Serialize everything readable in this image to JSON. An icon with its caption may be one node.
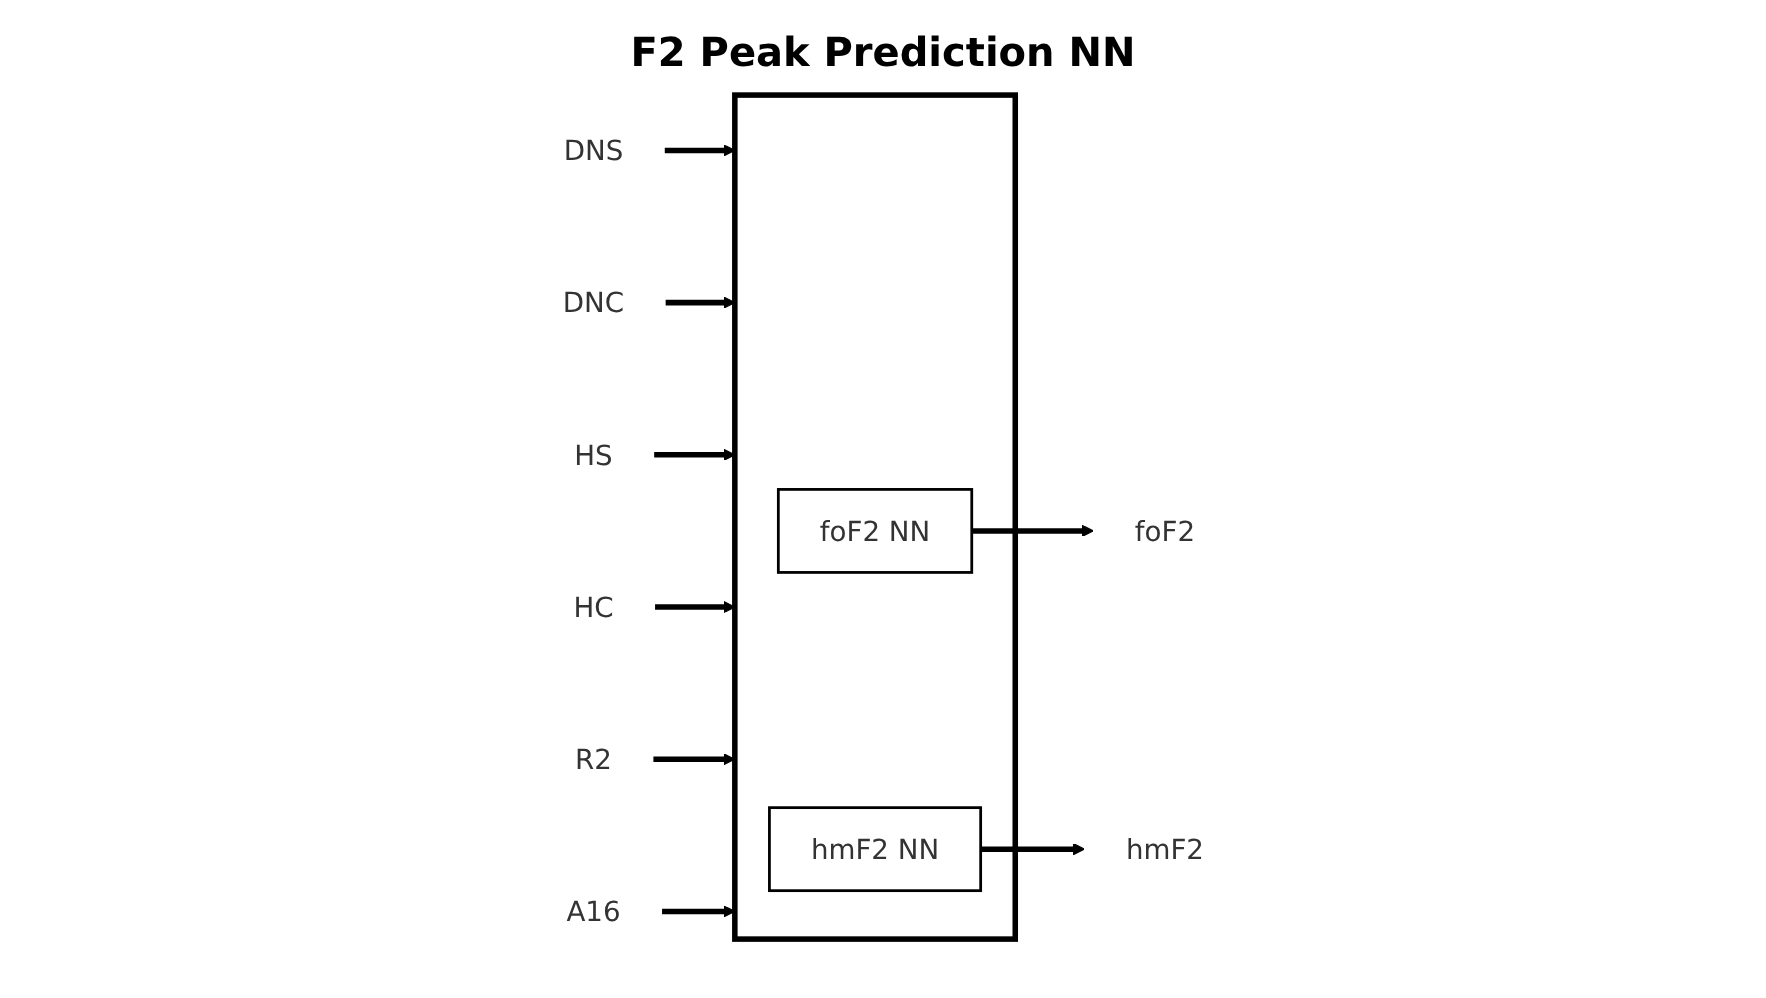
{
  "diagram": {
    "title": "F2 Peak Prediction NN",
    "nodes": [
      {
        "text": [
          "DNS"
        ]
      },
      {
        "text": [
          "DNC"
        ]
      },
      {
        "text": [
          "HS"
        ]
      },
      {
        "text": [
          "HC"
        ]
      },
      {
        "text": [
          "R2"
        ]
      },
      {
        "text": [
          "A16"
        ]
      },
      {
        "text": [],
        "shape": "box"
      },
      {
        "text": [
          "foF2 NN"
        ],
        "in": 6
      },
      {
        "text": [
          "hmF2 NN"
        ],
        "in": 6
      },
      {
        "text": [
          "foF2"
        ]
      },
      {
        "text": [
          "hmF2"
        ]
      }
    ],
    "edges": [
      {
        "from": 0,
        "to": 6,
        "arrow": "to"
      },
      {
        "from": 1,
        "to": 6,
        "arrow": "to"
      },
      {
        "from": 2,
        "to": 6,
        "arrow": "to"
      },
      {
        "from": 3,
        "to": 6,
        "arrow": "to"
      },
      {
        "from": 4,
        "to": 6,
        "arrow": "to"
      },
      {
        "from": 5,
        "to": 6,
        "arrow": "to"
      },
      {
        "from": 7,
        "to": 9,
        "arrow": "to"
      },
      {
        "from": 8,
        "to": 10,
        "arrow": "to"
      }
    ]
  }
}
